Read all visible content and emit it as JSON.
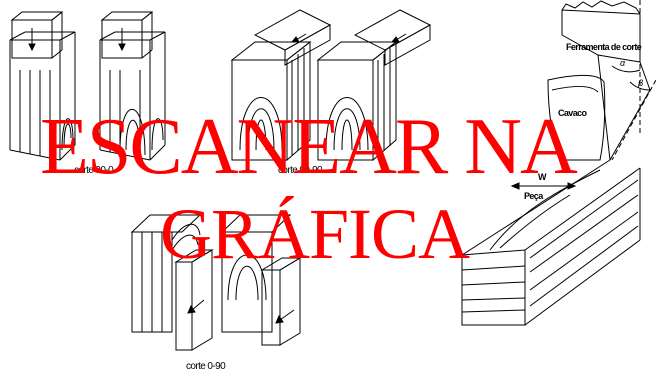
{
  "labels": {
    "cut_90_0": "corte 90-0",
    "cut_90_90": "corte 90-90",
    "cut_0_90": "corte 0-90",
    "tool": "Ferramenta de corte",
    "chip": "Cavaco",
    "width": "W",
    "piece": "Peça",
    "alpha": "α",
    "beta": "β"
  },
  "overlay": {
    "line1": "ESCANEAR NA",
    "line2": "GRÁFICA"
  },
  "colors": {
    "ink": "#000000",
    "overlay": "#ff0000",
    "background": "#ffffff"
  }
}
